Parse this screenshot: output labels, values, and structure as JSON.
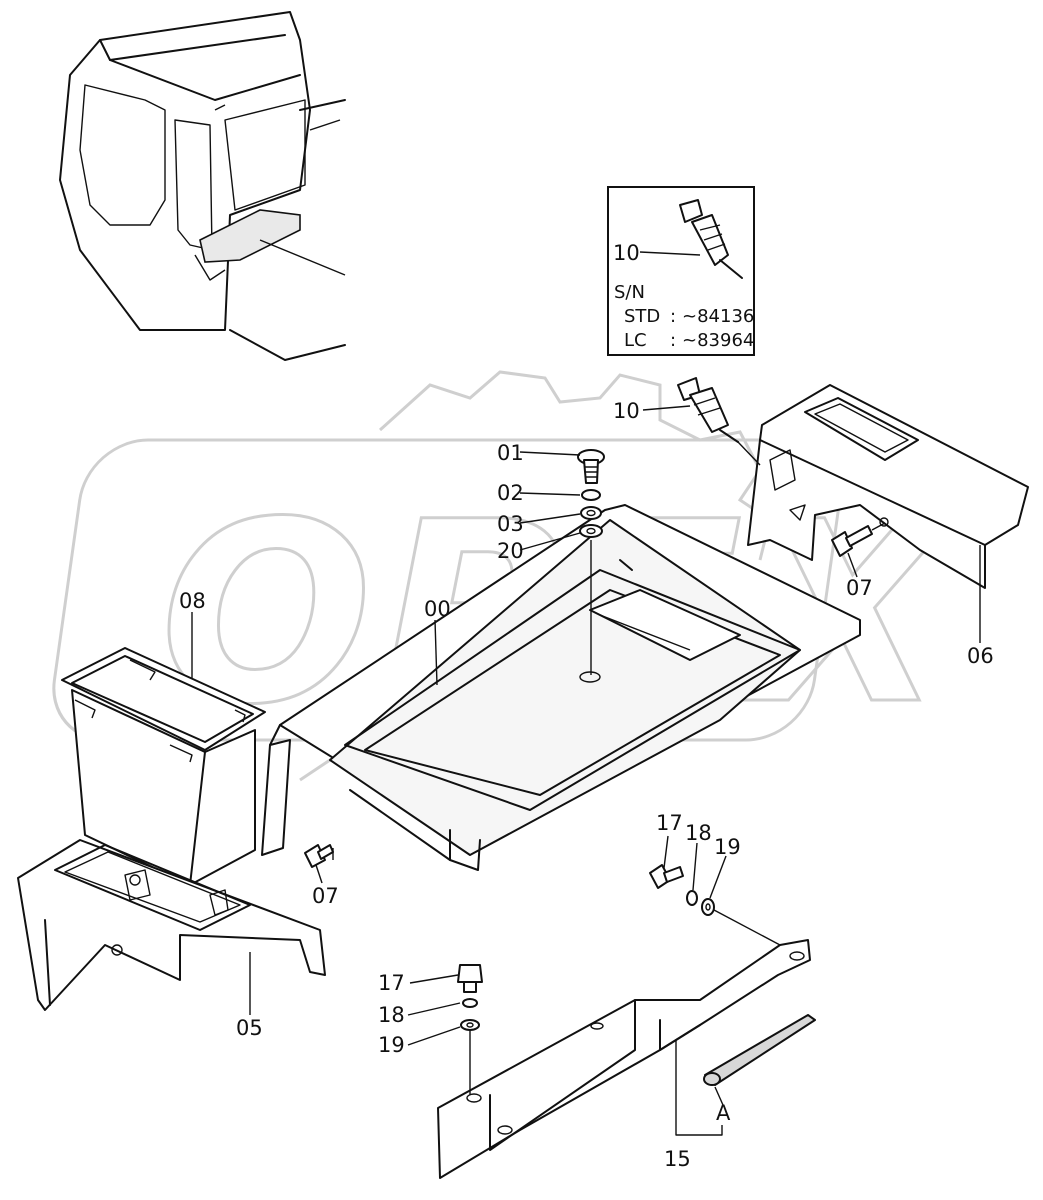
{
  "inset": {
    "part_label": "10",
    "serial_heading": "S/N",
    "rows": [
      {
        "model": "STD",
        "sep": ":",
        "range": "~84136"
      },
      {
        "model": "LC",
        "sep": ":",
        "range": "~83964"
      }
    ]
  },
  "watermark": {
    "text": "OPEX"
  },
  "callouts": {
    "p00": "00",
    "p01": "01",
    "p02": "02",
    "p03": "03",
    "p20": "20",
    "p05": "05",
    "p06": "06",
    "p07a": "07",
    "p07b": "07",
    "p08": "08",
    "p10": "10",
    "p15": "15",
    "p17a": "17",
    "p18a": "18",
    "p19a": "19",
    "p17b": "17",
    "p18b": "18",
    "p19b": "19",
    "pA": "A"
  }
}
